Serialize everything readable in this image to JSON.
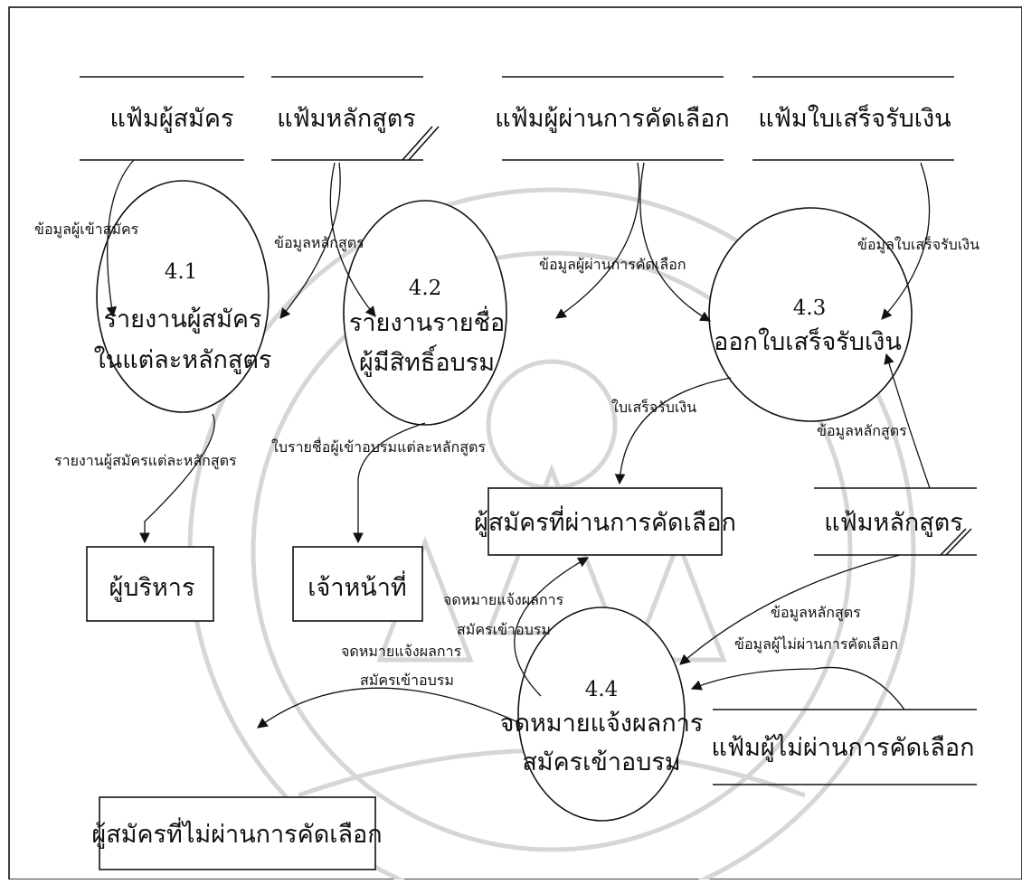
{
  "stores": {
    "applicant_file": "แฟ้มผู้สมัคร",
    "course_file_top": "แฟ้มหลักสูตร",
    "passed_file": "แฟ้มผู้ผ่านการคัดเลือก",
    "receipt_file": "แฟ้มใบเสร็จรับเงิน",
    "course_file_right": "แฟ้มหลักสูตร",
    "failed_file": "แฟ้มผู้ไม่ผ่านการคัดเลือก"
  },
  "processes": {
    "p41": {
      "number": "4.1",
      "line1": "รายงานผู้สมัคร",
      "line2": "ในแต่ละหลักสูตร"
    },
    "p42": {
      "number": "4.2",
      "line1": "รายงานรายชื่อ",
      "line2": "ผู้มีสิทธิ์อบรม"
    },
    "p43": {
      "number": "4.3",
      "line1": "ออกใบเสร็จรับเงิน"
    },
    "p44": {
      "number": "4.4",
      "line1": "จดหมายแจ้งผลการ",
      "line2": "สมัครเข้าอบรม"
    }
  },
  "entities": {
    "executive": "ผู้บริหาร",
    "officer": "เจ้าหน้าที่",
    "passed_applicant": "ผู้สมัครที่ผ่านการคัดเลือก",
    "failed_applicant": "ผู้สมัครที่ไม่ผ่านการคัดเลือก"
  },
  "flows": {
    "applicant_data": "ข้อมูลผู้เข้าสมัคร",
    "course_data_1": "ข้อมูลหลักสูตร",
    "passed_data": "ข้อมูลผู้ผ่านการคัดเลือก",
    "receipt_data": "ข้อมูลใบเสร็จรับเงิน",
    "applicant_report": "รายงานผู้สมัครแต่ละหลักสูตร",
    "attendee_list": "ใบรายชื่อผู้เข้าอบรมแต่ละหลักสูตร",
    "receipt": "ใบเสร็จรับเงิน",
    "course_data_2": "ข้อมูลหลักสูตร",
    "course_data_3": "ข้อมูลหลักสูตร",
    "failed_data": "ข้อมูลผู้ไม่ผ่านการคัดเลือก",
    "result_letter_passed_1": "จดหมายแจ้งผลการ",
    "result_letter_passed_2": "สมัครเข้าอบรม",
    "result_letter_failed_1": "จดหมายแจ้งผลการ",
    "result_letter_failed_2": "สมัครเข้าอบรม"
  }
}
